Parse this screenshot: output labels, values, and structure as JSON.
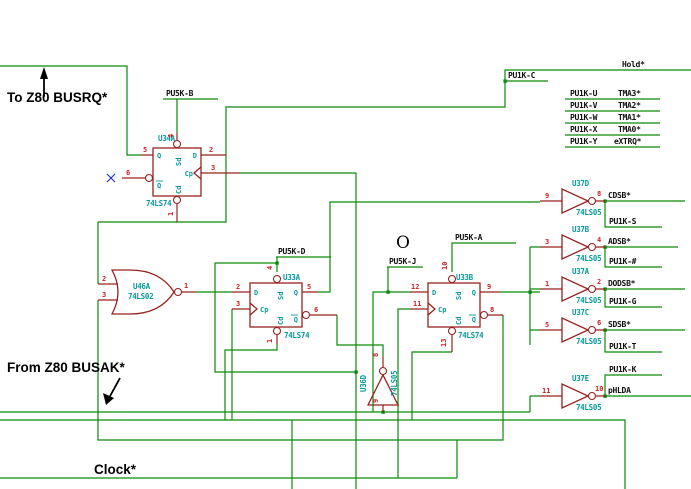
{
  "annotations": {
    "to_busrq": "To Z80 BUSRQ*",
    "from_busak": "From Z80 BUSAK*",
    "clock": "Clock*",
    "o_marker": "O"
  },
  "nets": {
    "hold": "Hold*",
    "pu1k_c": "PU1K-C",
    "pu5k_b": "PU5K-B",
    "pu5k_d": "PU5K-D",
    "pu5k_a": "PU5K-A",
    "pu5k_j": "PU5K-J"
  },
  "pullup_table": {
    "rows": [
      {
        "pullup": "PU1K-U",
        "signal": "TMA3*"
      },
      {
        "pullup": "PU1K-V",
        "signal": "TMA2*"
      },
      {
        "pullup": "PU1K-W",
        "signal": "TMA1*"
      },
      {
        "pullup": "PU1K-X",
        "signal": "TMA0*"
      },
      {
        "pullup": "PU1K-Y",
        "signal": "eXTRQ*"
      }
    ]
  },
  "ports": {
    "d": "D",
    "cp": "Cp",
    "sd": "Sd",
    "cd": "Cd",
    "q": "Q",
    "qb": "Q"
  },
  "flipflops": {
    "u34a": {
      "ref": "U34A",
      "part": "74LS74",
      "sd": "4",
      "cd": "1",
      "d": "2",
      "cp": "3",
      "q": "5",
      "qb": "6"
    },
    "u33a": {
      "ref": "U33A",
      "part": "74LS74",
      "sd": "4",
      "cd": "1",
      "d": "2",
      "cp": "3",
      "q": "5",
      "qb": "6"
    },
    "u33b": {
      "ref": "U33B",
      "part": "74LS74",
      "sd": "10",
      "cd": "13",
      "d": "12",
      "cp": "11",
      "q": "9",
      "qb": "8"
    }
  },
  "gates": {
    "u46a": {
      "ref": "U46A",
      "part": "74LS02",
      "in1": "2",
      "in2": "3",
      "out": "1"
    },
    "u36d": {
      "ref": "U36D",
      "part": "74LS05",
      "in": "9",
      "out": "8"
    }
  },
  "inverters": [
    {
      "ref": "U37D",
      "part": "74LS05",
      "in": "9",
      "out": "8",
      "signal": "CDSB*",
      "pullup": "PU1K-S"
    },
    {
      "ref": "U37B",
      "part": "74LS05",
      "in": "3",
      "out": "4",
      "signal": "ADSB*",
      "pullup": "PU1K-#"
    },
    {
      "ref": "U37A",
      "part": "74LS05",
      "in": "1",
      "out": "2",
      "signal": "DODSB*",
      "pullup": "PU1K-G"
    },
    {
      "ref": "U37C",
      "part": "74LS05",
      "in": "5",
      "out": "6",
      "signal": "SDSB*",
      "pullup": "PU1K-T"
    },
    {
      "ref": "U37E",
      "part": "74LS05",
      "in": "11",
      "out": "10",
      "signal": "pHLDA",
      "pullup": "PU1K-K"
    }
  ],
  "colors": {
    "wire": "#0a8a0a",
    "symbol": "#96231f",
    "refdes": "#0a9a9a",
    "pin_number": "#cc2020",
    "no_connect": "#2233cc"
  }
}
